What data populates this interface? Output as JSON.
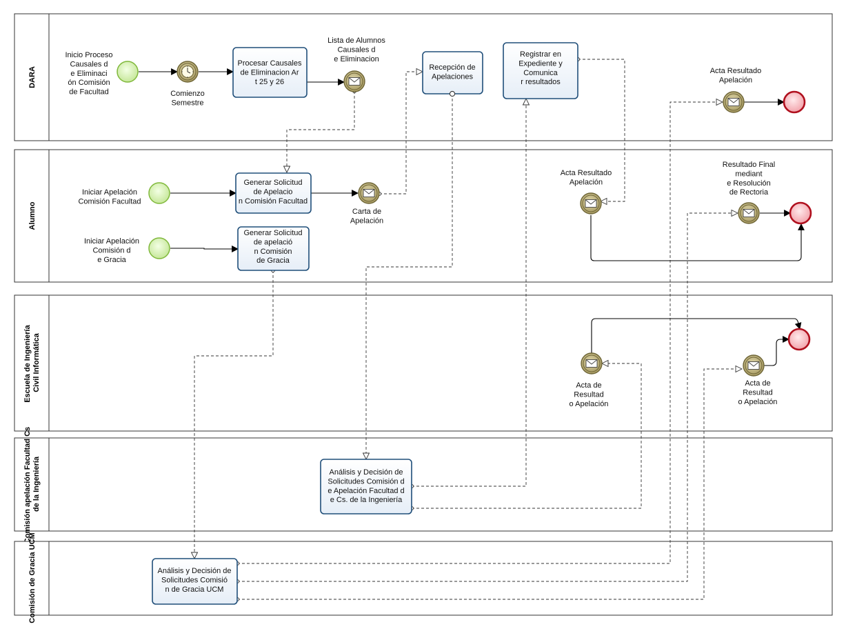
{
  "lanes": [
    {
      "id": "dara",
      "label": "DARA"
    },
    {
      "id": "alumno",
      "label": "Alumno"
    },
    {
      "id": "escuela",
      "label": "Escuela de Ingeniería Civil Informática"
    },
    {
      "id": "comision_fac",
      "label": "Comisión apelación Facultad Cs de la Ingeniería"
    },
    {
      "id": "comision_gracia",
      "label": "Comisión de Gracia UCM"
    }
  ],
  "tasks": {
    "procesar": "Procesar Causales de Eliminacion Art 25 y 26",
    "recepcion": "Recepción de Apelaciones",
    "registrar": "Registrar en Expediente y Comunicar resultados",
    "generar_fac": "Generar Solicitud de Apelacion Comisión Facultad",
    "generar_gracia": "Generar Solicitud de apelación Comisión de Gracia",
    "analisis_fac": "Análisis y Decisión de Solicitudes Comisión de Apelación Facultad de Cs. de la Ingeniería",
    "analisis_gracia": "Análisis y Decisión de Solicitudes Comisión de Gracia UCM"
  },
  "labels": {
    "inicio_proceso": "Inicio Proceso Causales de Eliminación Comisión de Facultad",
    "comienzo_semestre": "Comienzo Semestre",
    "lista_alumnos": "Lista de Alumnos Causales de Eliminacion",
    "acta_dara": "Acta Resultado Apelación",
    "iniciar_fac": "Iniciar Apelación Comisión Facultad",
    "iniciar_gracia": "Iniciar Apelación Comisión de Gracia",
    "carta": "Carta de Apelación",
    "acta_alumno": "Acta Resultado Apelación",
    "resultado_final": "Resultado Final mediante Resolución de Rectoria",
    "acta_escuela_1": "Acta de Resultado Apelación",
    "acta_escuela_2": "Acta de Resultado Apelación"
  },
  "icons": {
    "start": "start-event-icon",
    "timer": "timer-event-icon",
    "message": "message-event-icon",
    "end": "end-event-icon"
  },
  "colors": {
    "start_fill": "#d9f2b6",
    "start_stroke": "#7fb83a",
    "end_fill": "#f8c8cc",
    "end_stroke": "#b0101e",
    "message_fill": "#b8ac78",
    "message_stroke": "#6e6536",
    "task_stroke": "#1f4e79",
    "task_fill": "#f4f7fb"
  }
}
